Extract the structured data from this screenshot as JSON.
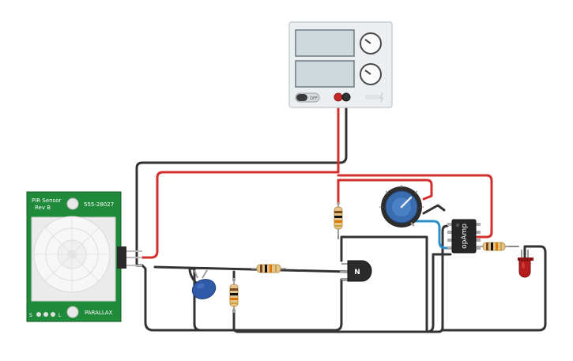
{
  "pir_sensor": {
    "title": "PIR Sensor",
    "rev": "Rev B",
    "part_number": "555-28027",
    "brand": "PARALLAX",
    "pin_labels": [
      "S",
      "L"
    ]
  },
  "power_supply": {
    "switch_label": "OFF"
  },
  "opamp": {
    "label": "opAmp"
  },
  "transistor": {
    "label": "N"
  },
  "colors": {
    "wire_red": "#d32f2f",
    "wire_black": "#333333",
    "wire_blue": "#2a8fc9",
    "pcb_green": "#1f8a3a",
    "capacitor_blue": "#2e5aa8",
    "led_red": "#b71c1c",
    "potentiometer_blue": "#3a6db0"
  }
}
